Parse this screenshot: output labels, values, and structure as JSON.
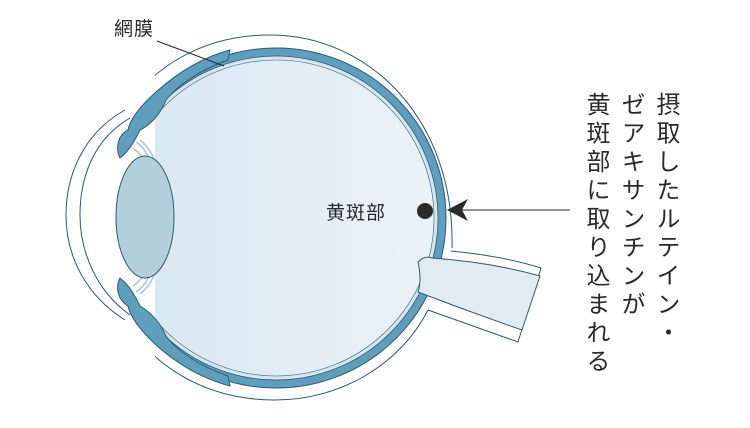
{
  "labels": {
    "retina": "網膜",
    "macula": "黄斑部"
  },
  "caption_lines": [
    "摂取したルテイン・",
    "ゼアキサンチンが",
    "黄斑部に取り込まれる"
  ],
  "colors": {
    "choroid": "#5f9fbd",
    "vitreous": "#e3eef6",
    "lens": "#b3cfdc",
    "outline": "#2d5a72",
    "macula_dot": "#2a2a2a"
  }
}
